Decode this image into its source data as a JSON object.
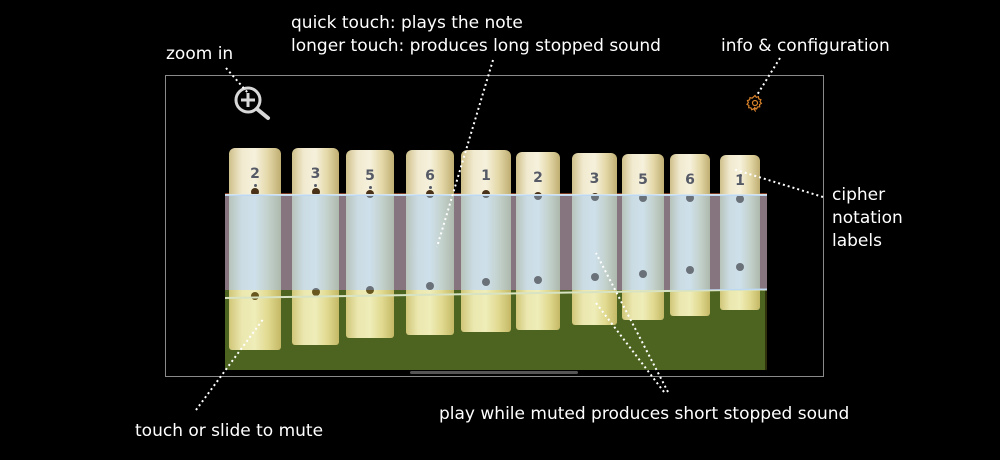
{
  "annotations": {
    "zoom_in": "zoom in",
    "quick_touch_line1": "quick touch: plays the note",
    "quick_touch_line2": "longer touch: produces long stopped sound",
    "info_config": "info & configuration",
    "cipher_line1": "cipher",
    "cipher_line2": "notation",
    "cipher_line3": "labels",
    "mute": "touch or slide to mute",
    "muted_play": "play while muted produces short stopped sound"
  },
  "toolbar": {
    "zoom_icon": "zoom-in-icon",
    "settings_icon": "gear-icon"
  },
  "colors": {
    "gear": "#d9822b",
    "play_zone": "#9fc8f0",
    "mute_zone": "#27421a",
    "frame": "#8a8a8a"
  },
  "bars": [
    {
      "label": "2",
      "octave": "low"
    },
    {
      "label": "3",
      "octave": "low"
    },
    {
      "label": "5",
      "octave": "low"
    },
    {
      "label": "6",
      "octave": "low"
    },
    {
      "label": "1",
      "octave": "mid"
    },
    {
      "label": "2",
      "octave": "mid"
    },
    {
      "label": "3",
      "octave": "mid"
    },
    {
      "label": "5",
      "octave": "mid"
    },
    {
      "label": "6",
      "octave": "mid"
    },
    {
      "label": "1",
      "octave": "high"
    }
  ]
}
